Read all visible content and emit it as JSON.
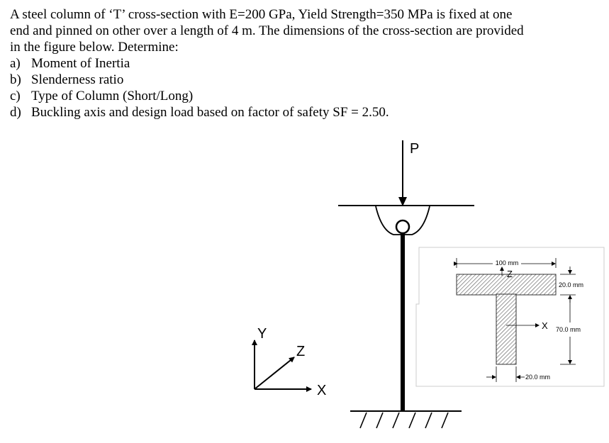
{
  "problem": {
    "intro_lines": [
      "A steel column of ‘T’ cross-section with E=200 GPa, Yield Strength=350 MPa is fixed at one",
      "end and pinned on other over a length of 4 m. The dimensions of the cross-section are provided",
      "in the figure below. Determine:"
    ],
    "items": [
      {
        "marker": "a)",
        "text": "Moment of Inertia"
      },
      {
        "marker": "b)",
        "text": "Slenderness ratio"
      },
      {
        "marker": "c)",
        "text": "Type of Column (Short/Long)"
      },
      {
        "marker": "d)",
        "text": "Buckling axis and design load based on factor of safety SF = 2.50."
      }
    ]
  },
  "column_figure": {
    "load_label": "P"
  },
  "axes_triad": {
    "y_label": "Y",
    "z_label": "Z",
    "x_label": "X"
  },
  "cross_section": {
    "flange_width_label": "100 mm",
    "flange_thickness_label": "20.0 mm",
    "web_height_label": "70.0 mm",
    "web_width_label": "20.0 mm",
    "z_axis_label": "Z",
    "x_axis_label": "X"
  }
}
